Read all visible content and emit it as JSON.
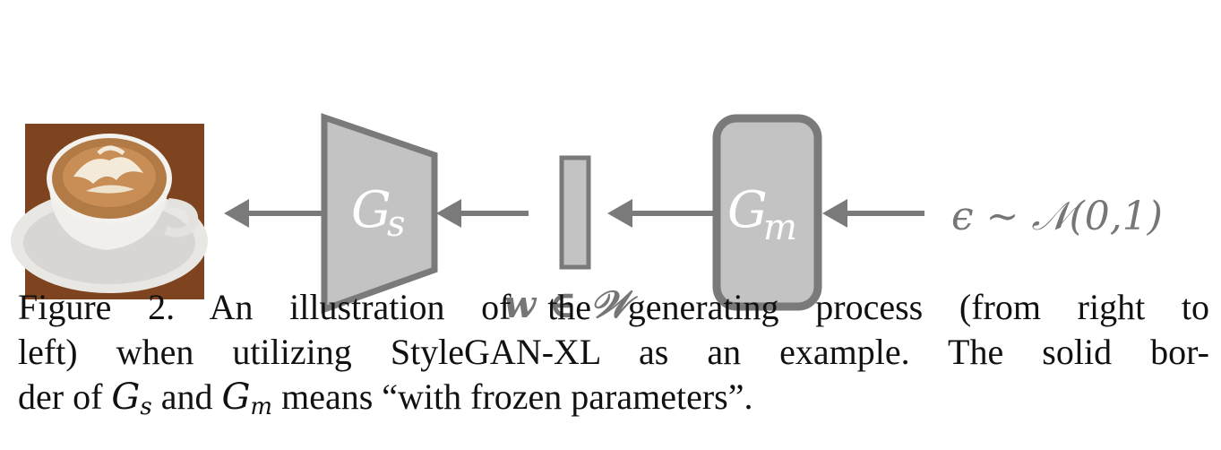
{
  "diagram": {
    "generator_synthesis_label": "G",
    "generator_synthesis_sub": "s",
    "generator_mapping_label": "G",
    "generator_mapping_sub": "m",
    "latent_label": "w ∈ 𝒲",
    "noise_label": "ϵ ~ 𝒩(0,1)",
    "colors": {
      "block_fill": "#c3c3c3",
      "block_stroke": "#7a7a7a",
      "arrow": "#7a7a7a"
    },
    "image_icon": "latte-art-coffee-cup-image"
  },
  "caption": {
    "line1_a": "Figure 2.  An illustration of the generating process (from right to",
    "line2": "left) when utilizing StyleGAN-XL as an example.  The solid bor-",
    "line3_a": "der of ",
    "line3_gs": "G",
    "line3_gs_sub": "s",
    "line3_and": " and ",
    "line3_gm": "G",
    "line3_gm_sub": "m",
    "line3_b": " means “with frozen parameters”."
  }
}
